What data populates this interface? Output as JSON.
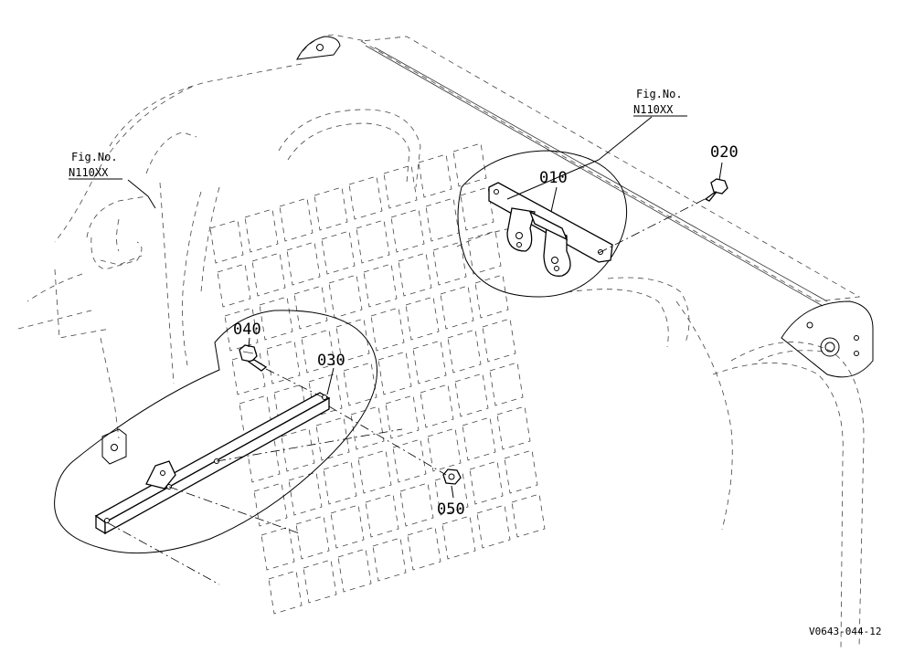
{
  "diagram": {
    "callouts": [
      {
        "id": "010",
        "label": "010"
      },
      {
        "id": "020",
        "label": "020"
      },
      {
        "id": "030",
        "label": "030"
      },
      {
        "id": "040",
        "label": "040"
      },
      {
        "id": "050",
        "label": "050"
      }
    ],
    "figure_refs": [
      {
        "line1": "Fig.No.",
        "line2": "N110XX"
      },
      {
        "line1": "Fig.No.",
        "line2": "N110XX"
      }
    ],
    "drawing_code": "V0643-044-12"
  }
}
